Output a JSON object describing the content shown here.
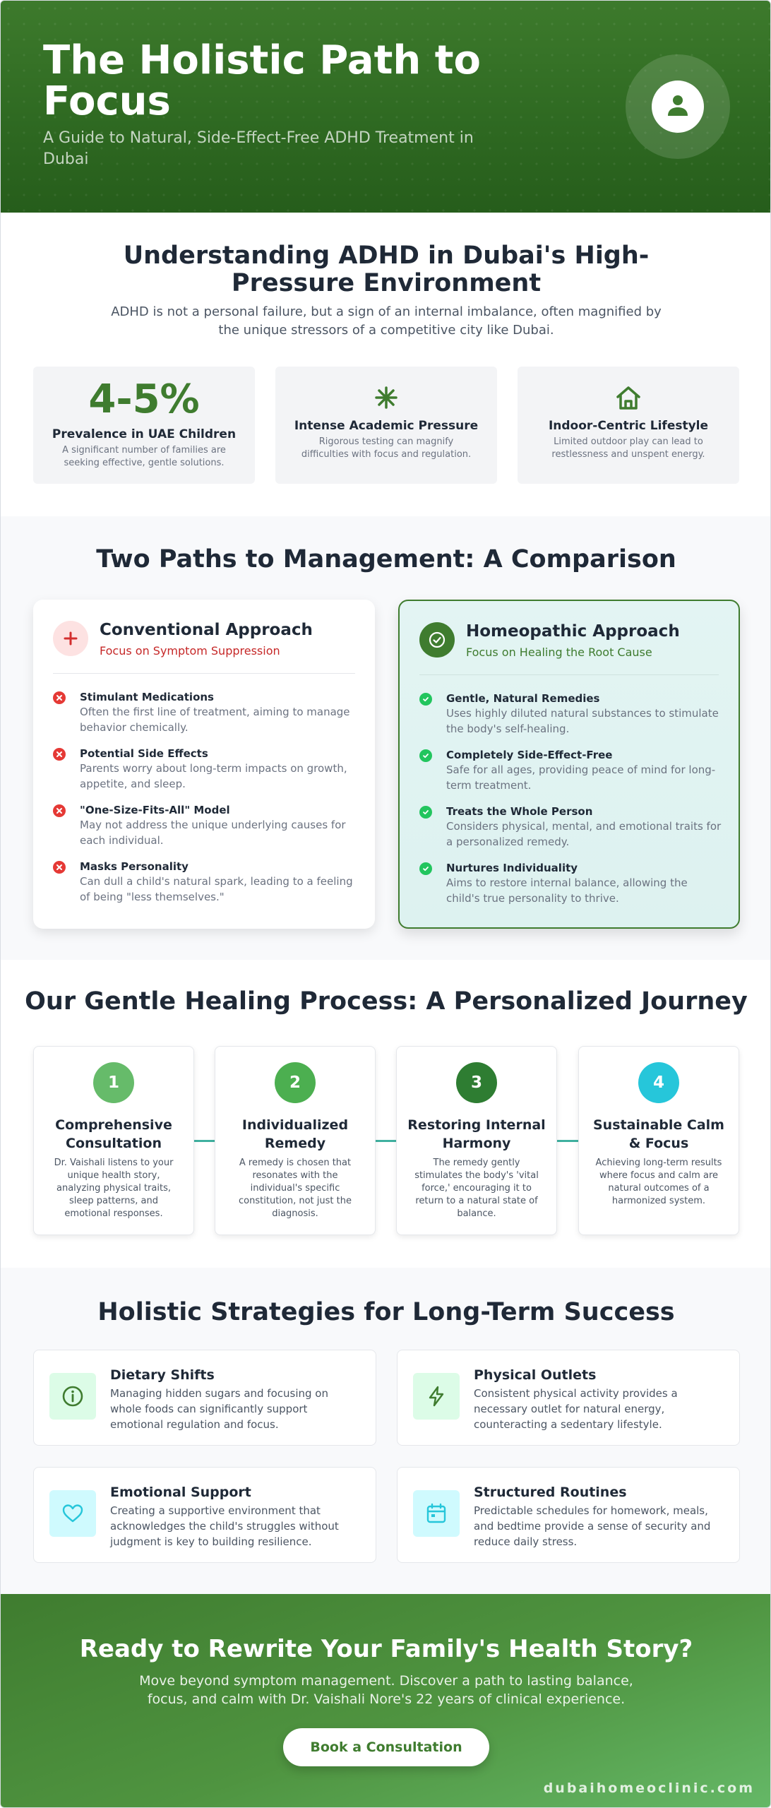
{
  "hero": {
    "title": "The Holistic Path to Focus",
    "subtitle": "A Guide to Natural, Side-Effect-Free ADHD Treatment in Dubai",
    "badge_icon": "user-icon"
  },
  "understanding": {
    "title": "Understanding ADHD in Dubai's High-Pressure Environment",
    "description": "ADHD is not a personal failure, but a sign of an internal imbalance, often magnified by the unique stressors of a competitive city like Dubai.",
    "stats": [
      {
        "value": "4-5%",
        "title": "Prevalence in UAE Children",
        "text": "A significant number of families are seeking effective, gentle solutions."
      },
      {
        "icon": "asterisk-icon",
        "title": "Intense Academic Pressure",
        "text": "Rigorous testing can magnify difficulties with focus and regulation."
      },
      {
        "icon": "home-icon",
        "title": "Indoor-Centric Lifestyle",
        "text": "Limited outdoor play can lead to restlessness and unspent energy."
      }
    ]
  },
  "comparison": {
    "title": "Two Paths to Management: A Comparison",
    "conventional": {
      "icon": "plus-icon",
      "title": "Conventional Approach",
      "subtitle": "Focus on Symptom Suppression",
      "items": [
        {
          "title": "Stimulant Medications",
          "text": "Often the first line of treatment, aiming to manage behavior chemically."
        },
        {
          "title": "Potential Side Effects",
          "text": "Parents worry about long-term impacts on growth, appetite, and sleep."
        },
        {
          "title": "\"One-Size-Fits-All\" Model",
          "text": "May not address the unique underlying causes for each individual."
        },
        {
          "title": "Masks Personality",
          "text": "Can dull a child's natural spark, leading to a feeling of being \"less themselves.\""
        }
      ]
    },
    "homeopathic": {
      "icon": "check-circle-icon",
      "title": "Homeopathic Approach",
      "subtitle": "Focus on Healing the Root Cause",
      "items": [
        {
          "title": "Gentle, Natural Remedies",
          "text": "Uses highly diluted natural substances to stimulate the body's self-healing."
        },
        {
          "title": "Completely Side-Effect-Free",
          "text": "Safe for all ages, providing peace of mind for long-term treatment."
        },
        {
          "title": "Treats the Whole Person",
          "text": "Considers physical, mental, and emotional traits for a personalized remedy."
        },
        {
          "title": "Nurtures Individuality",
          "text": "Aims to restore internal balance, allowing the child's true personality to thrive."
        }
      ]
    }
  },
  "process": {
    "title": "Our Gentle Healing Process: A Personalized Journey",
    "steps": [
      {
        "number": "1",
        "title": "Comprehensive Consultation",
        "text": "Dr. Vaishali listens to your unique health story, analyzing physical traits, sleep patterns, and emotional responses.",
        "color": "#66bb6a"
      },
      {
        "number": "2",
        "title": "Individualized Remedy",
        "text": "A remedy is chosen that resonates with the individual's specific constitution, not just the diagnosis.",
        "color": "#4caf50"
      },
      {
        "number": "3",
        "title": "Restoring Internal Harmony",
        "text": "The remedy gently stimulates the body's 'vital force,' encouraging it to return to a natural state of balance.",
        "color": "#2e7d32"
      },
      {
        "number": "4",
        "title": "Sustainable Calm & Focus",
        "text": "Achieving long-term results where focus and calm are natural outcomes of a harmonized system.",
        "color": "#26c6da"
      }
    ]
  },
  "strategies": {
    "title": "Holistic Strategies for Long-Term Success",
    "items": [
      {
        "icon": "info-icon",
        "title": "Dietary Shifts",
        "text": "Managing hidden sugars and focusing on whole foods can significantly support emotional regulation and focus."
      },
      {
        "icon": "lightning-icon",
        "title": "Physical Outlets",
        "text": "Consistent physical activity provides a necessary outlet for natural energy, counteracting a sedentary lifestyle."
      },
      {
        "icon": "heart-icon",
        "title": "Emotional Support",
        "text": "Creating a supportive environment that acknowledges the child's struggles without judgment is key to building resilience."
      },
      {
        "icon": "calendar-icon",
        "title": "Structured Routines",
        "text": "Predictable schedules for homework, meals, and bedtime provide a sense of security and reduce daily stress."
      }
    ]
  },
  "cta": {
    "title": "Ready to Rewrite Your Family's Health Story?",
    "text": "Move beyond symptom management. Discover a path to lasting balance, focus, and calm with Dr. Vaishali Nore's 22 years of clinical experience.",
    "button": "Book a Consultation",
    "domain": "dubaihomeoclinic.com"
  },
  "colors": {
    "brand_green": "#3f7c2f",
    "conventional_red": "#d32f2f",
    "success_green": "#22c55e",
    "accent_teal": "#26c6da"
  }
}
